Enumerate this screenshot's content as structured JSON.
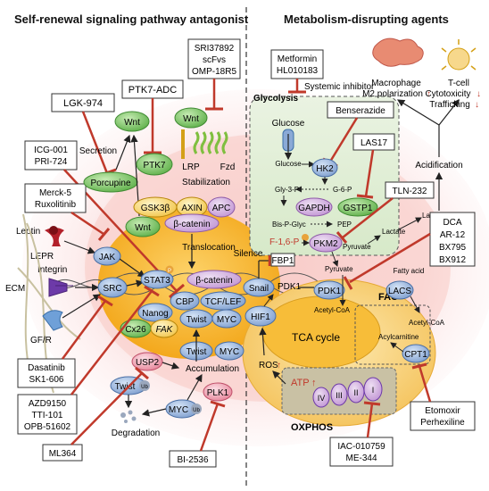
{
  "headings": {
    "left": "Self-renewal signaling pathway antagonist",
    "right": "Metabolism-disrupting agents"
  },
  "drugs": {
    "lgk": [
      "LGK-974"
    ],
    "ptk7adc": [
      "PTK7-ADC"
    ],
    "sri": [
      "SRI37892",
      "scFvs",
      "OMP-18R5"
    ],
    "icg": [
      "ICG-001",
      "PRI-724"
    ],
    "merck": [
      "Merck-5",
      "Ruxolitinib"
    ],
    "dasatinib": [
      "Dasatinib",
      "SK1-606"
    ],
    "azd": [
      "AZD9150",
      "TTI-101",
      "OPB-51602"
    ],
    "ml364": [
      "ML364"
    ],
    "bi": [
      "BI-2536"
    ],
    "metformin": [
      "Metformin",
      "HL010183"
    ],
    "benserazide": [
      "Benserazide"
    ],
    "las17": [
      "LAS17"
    ],
    "tln": [
      "TLN-232"
    ],
    "dca": [
      "DCA",
      "AR-12",
      "BX795",
      "BX912"
    ],
    "etomoxir": [
      "Etomoxir",
      "Perhexiline"
    ],
    "iac": [
      "IAC-010759",
      "ME-344"
    ]
  },
  "nodes": {
    "wnt": "Wnt",
    "porcupine": "Porcupine",
    "ptk7": "PTK7",
    "lrp": "LRP",
    "fzd": "Fzd",
    "gsk3b": "GSK3β",
    "axin": "AXIN",
    "apc": "APC",
    "bcatenin": "β-catenin",
    "jak": "JAK",
    "src": "SRC",
    "stat3": "STAT3",
    "cbp": "CBP",
    "tcflef": "TCF/LEF",
    "snail": "Snail",
    "nanog": "Nanog",
    "cx26": "Cx26",
    "fak": "FAK",
    "twist": "Twist",
    "myc": "MYC",
    "hif1": "HIF1",
    "usp2": "USP2",
    "plk1": "PLK1",
    "ub": "Ub",
    "p": "P",
    "hk2": "HK2",
    "gapdh": "GAPDH",
    "gstp1": "GSTP1",
    "pkm2": "PKM2",
    "pdk1": "PDK1",
    "lacs": "LACS",
    "cpt1": "CPT1",
    "fbp1": "FBP1",
    "complexes": [
      "IV",
      "III",
      "II",
      "I"
    ]
  },
  "labels": {
    "secretion": "Secretion",
    "stabilization": "Stabilization",
    "translocation": "Translocation",
    "silence": "Silence",
    "accumulation": "Accumulation",
    "degradation": "Degradation",
    "leptin": "Leptin",
    "lepr": "LEPR",
    "integrin": "Integrin",
    "ecm": "ECM",
    "gfr": "GF/R",
    "systemic": "Systemic inhibitor",
    "glycolysis": "Glycolysis",
    "glucose_big": "Glucose",
    "glucose": "Glucose",
    "g6p": "G-6-P",
    "gly3p": "Gly-3-P",
    "bispglyc": "Bis-P-Glyc",
    "pep": "PEP",
    "f16p": "F-1,6-P",
    "pyruvate1": "Pyruvate",
    "lactate1": "Lactate",
    "lactate2": "Lactate",
    "pyruvate2": "Pyruvate",
    "acetylcoa1": "Acetyl-CoA",
    "tca": "TCA cycle",
    "atp": "ATP",
    "oxphos": "OXPHOS",
    "ros": "ROS",
    "fao": "FAO",
    "fattyacid": "Fatty acid",
    "acylcarnitine": "Acylcarnitine",
    "acetylcoa2": "Acetyl-CoA",
    "macrophage": "Macrophage",
    "m2": "M2 polarization",
    "tcell": "T-cell",
    "cytotox": "Cytotoxicity",
    "trafficking": "Trafficking",
    "acidification": "Acidification"
  }
}
